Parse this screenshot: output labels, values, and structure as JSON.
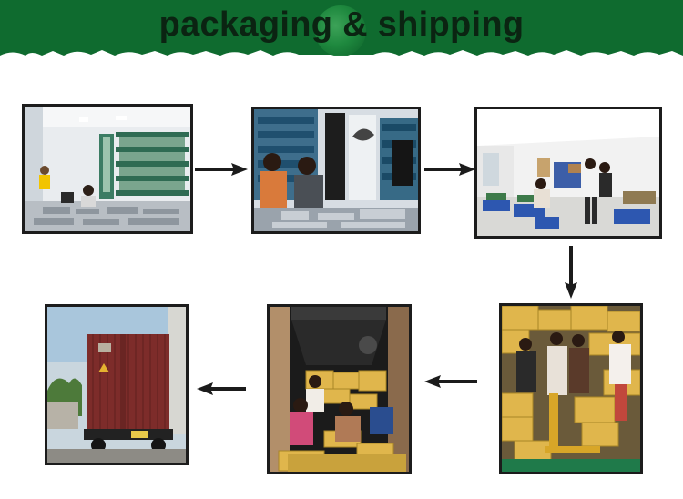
{
  "banner": {
    "title": "packaging & shipping",
    "background_color": "#0f6b2f",
    "text_color": "#0b2412"
  },
  "process_photos": [
    {
      "name": "warehouse-shelves-photo"
    },
    {
      "name": "workers-sorting-photo"
    },
    {
      "name": "packing-room-photo"
    },
    {
      "name": "boxed-goods-photo"
    },
    {
      "name": "loading-container-photo"
    },
    {
      "name": "shipping-truck-photo"
    }
  ],
  "arrows": [
    {
      "direction": "right"
    },
    {
      "direction": "right"
    },
    {
      "direction": "down"
    },
    {
      "direction": "left"
    },
    {
      "direction": "left"
    }
  ]
}
